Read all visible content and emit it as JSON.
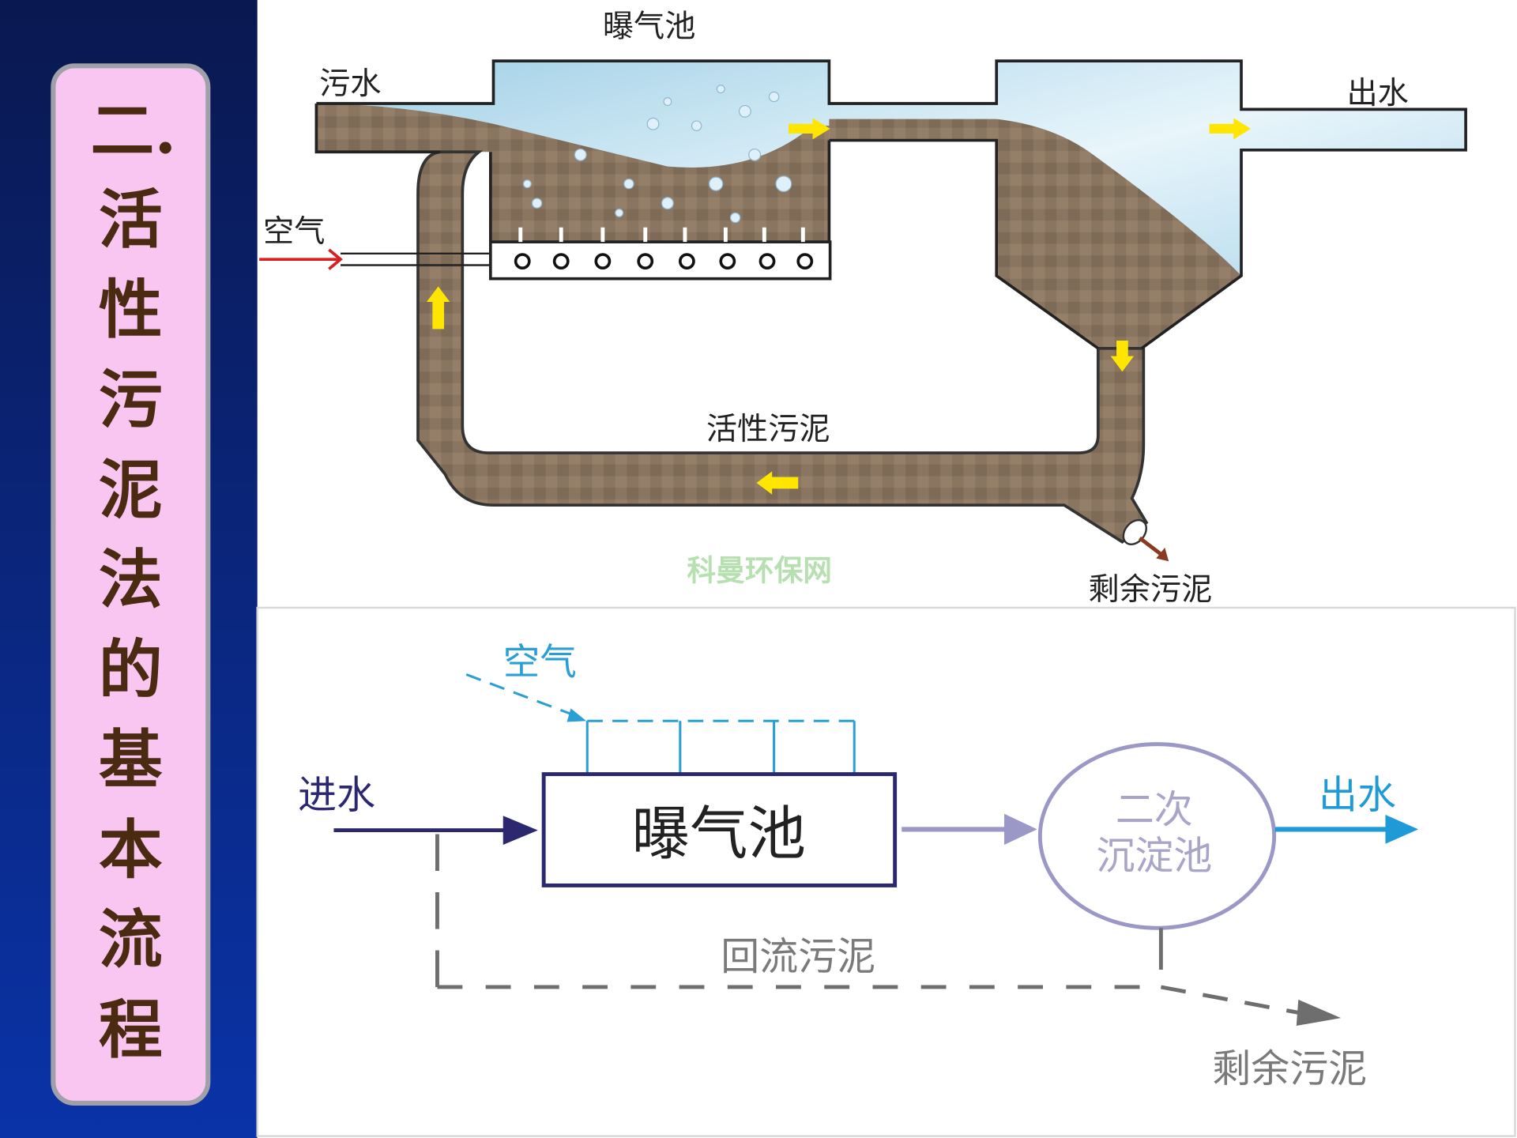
{
  "sidebar": {
    "title_chars": [
      "二.",
      "活",
      "性",
      "污",
      "泥",
      "法",
      "的",
      "基",
      "本",
      "流",
      "程"
    ]
  },
  "top_diagram": {
    "aeration_tank": "曝气池",
    "inflow": "污水",
    "air": "空气",
    "outflow": "出水",
    "activated_sludge": "活性污泥",
    "excess_sludge": "剩余污泥",
    "watermark": "科曼环保网"
  },
  "flow_diagram": {
    "air": "空气",
    "inflow": "进水",
    "aeration_tank": "曝气池",
    "secondary_clarifier_line1": "二次",
    "secondary_clarifier_line2": "沉淀池",
    "outflow": "出水",
    "return_sludge": "回流污泥",
    "excess_sludge": "剩余污泥"
  },
  "colors": {
    "sludge": "#8a7561",
    "water": "#a9d3e6",
    "navy": "#2b2870",
    "air_blue": "#2a9fd6",
    "clarifier": "#9b97c6",
    "outflow": "#1e9bd7",
    "grey": "#6e6e6e",
    "sidebar_pink": "#f8c6f0"
  }
}
